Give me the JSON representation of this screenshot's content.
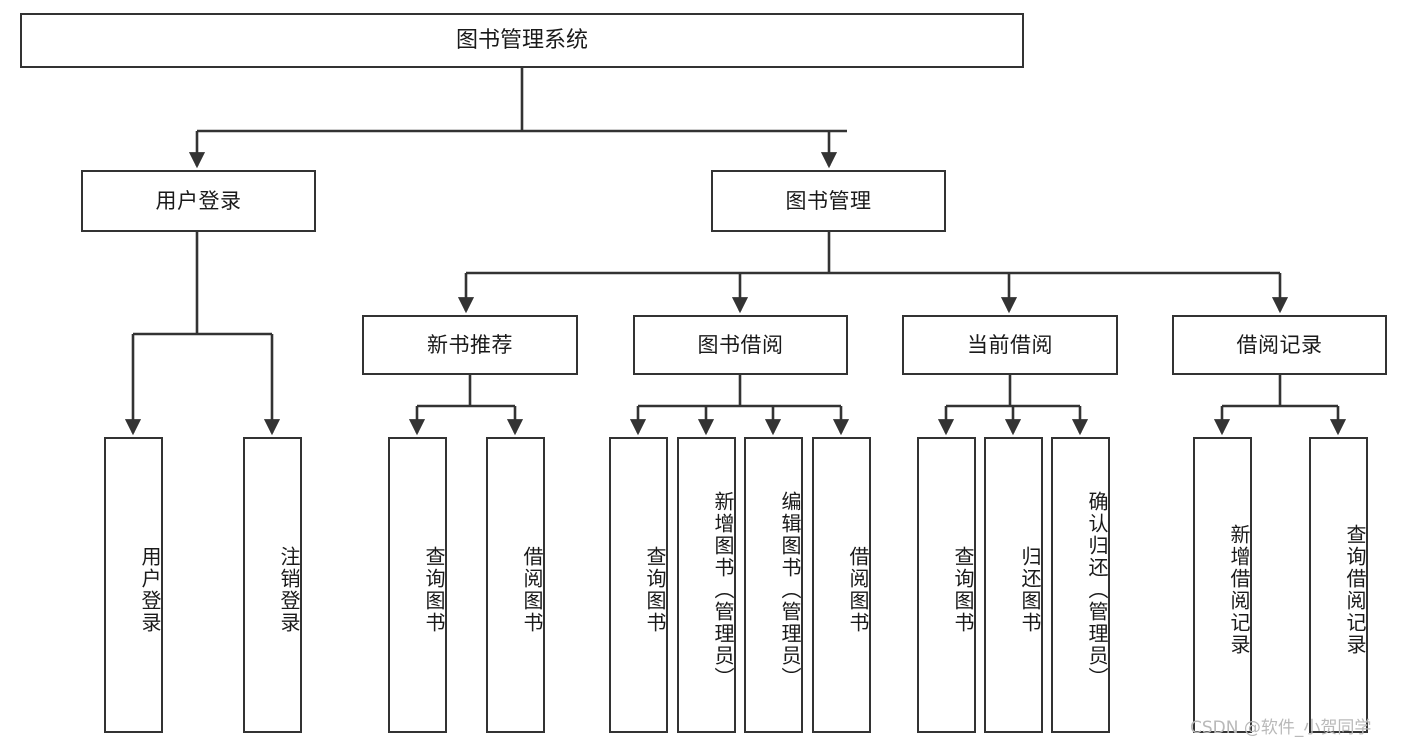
{
  "diagram": {
    "title": "图书管理系统",
    "type": "tree-hierarchy",
    "watermark": "CSDN @软件_小贺同学",
    "colors": {
      "stroke": "#333333",
      "fill": "#ffffff",
      "text": "#1a1a1a",
      "watermark": "#b9b9b9"
    },
    "root": {
      "label": "图书管理系统"
    },
    "level2": [
      {
        "label": "用户登录"
      },
      {
        "label": "图书管理"
      }
    ],
    "level3": [
      {
        "label": "新书推荐"
      },
      {
        "label": "图书借阅"
      },
      {
        "label": "当前借阅"
      },
      {
        "label": "借阅记录"
      }
    ],
    "leaves": {
      "user_login": [
        {
          "label": "用户登录"
        },
        {
          "label": "注销登录"
        }
      ],
      "new_book_recommend": [
        {
          "label": "查询图书"
        },
        {
          "label": "借阅图书"
        }
      ],
      "book_borrow": [
        {
          "label": "查询图书"
        },
        {
          "label": "新增图书（管理员）"
        },
        {
          "label": "编辑图书（管理员）"
        },
        {
          "label": "借阅图书"
        }
      ],
      "current_borrow": [
        {
          "label": "查询图书"
        },
        {
          "label": "归还图书"
        },
        {
          "label": "确认归还（管理员）"
        }
      ],
      "borrow_records": [
        {
          "label": "新增借阅记录"
        },
        {
          "label": "查询借阅记录"
        }
      ]
    }
  }
}
